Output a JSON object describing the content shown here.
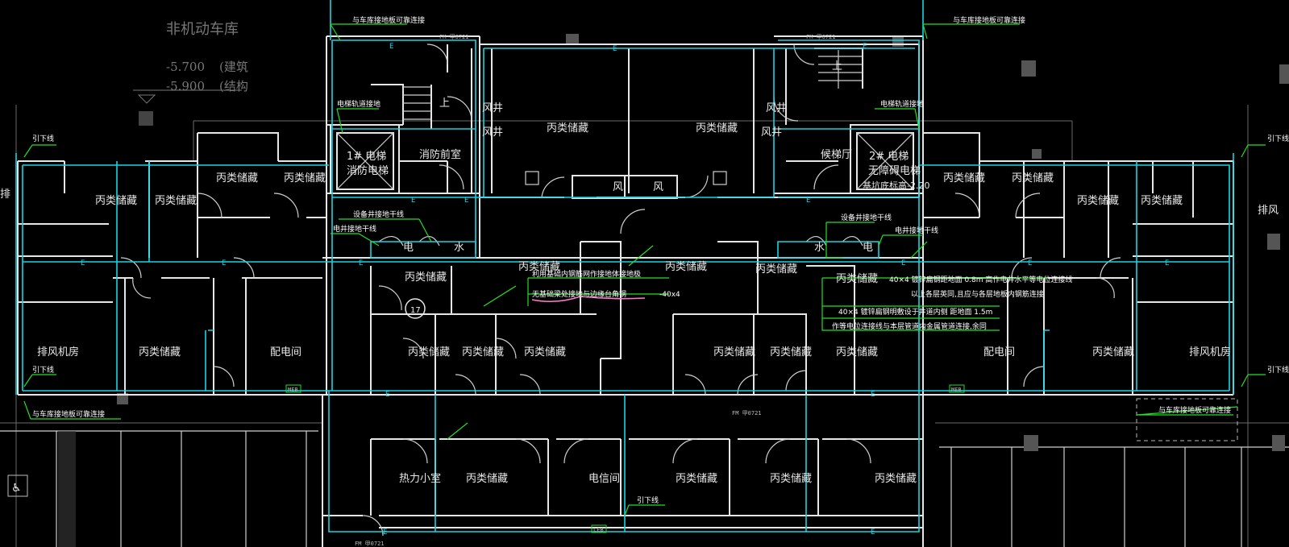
{
  "garage": {
    "title": "非机动车库",
    "elev_arch": "-5.700",
    "elev_arch_note": "(建筑",
    "elev_struct": "-5.900",
    "elev_struct_note": "(结构"
  },
  "rooms": {
    "storage": "丙类储藏",
    "fire_front": "消防前室",
    "elevator_left_1": "1# 电梯",
    "elevator_left_2": "消防电梯",
    "elevator_right_1": "2# 电梯",
    "elevator_right_2": "无障碍电梯",
    "elevator_right_3": "基坑底标高-2.20",
    "waiting": "候梯厅",
    "fan_room": "排风机房",
    "power_room": "配电间",
    "heat_room": "热力小室",
    "telecom_room": "电信间",
    "wind_shaft": "风井",
    "wind": "风",
    "electric": "电",
    "water": "水",
    "exhaust": "排风",
    "exhaust_short": "排",
    "up": "上"
  },
  "labels": {
    "grounding_link": "与车库接地板可靠连接",
    "down_lead": "引下线",
    "elevator_rail": "电梯轨道接地",
    "equip_shaft": "设备井接地干线",
    "elec_shaft": "电井接地干线",
    "foundation_note": "利用基础内钢筋网作接地体接地极",
    "no_foundation_note": "无基础梁处接地与边缘台角钢",
    "spec_40x4": "-40x4",
    "note_line1": "40×4    镀锌扁钢距地面      0.8m      高作电井水平等电位连接线",
    "note_line2": "以上各层英同,且应与各层地板内钢筋连接",
    "note_line3": "40×4    镀锌扁钢明敷设于井道内侧 距地面          1.5m",
    "note_line4": "作等电位连接线与本层管道内金属管道连接,余同",
    "axis_17": "17",
    "fm_top_left": "FM 甲0721",
    "fm_top_right": "FM 甲0721",
    "fm_bottom": "FM 甲0721",
    "fm_bottom_left": "FM 甲0721",
    "meb": "MEB",
    "leb": "LEB",
    "e": "E"
  }
}
